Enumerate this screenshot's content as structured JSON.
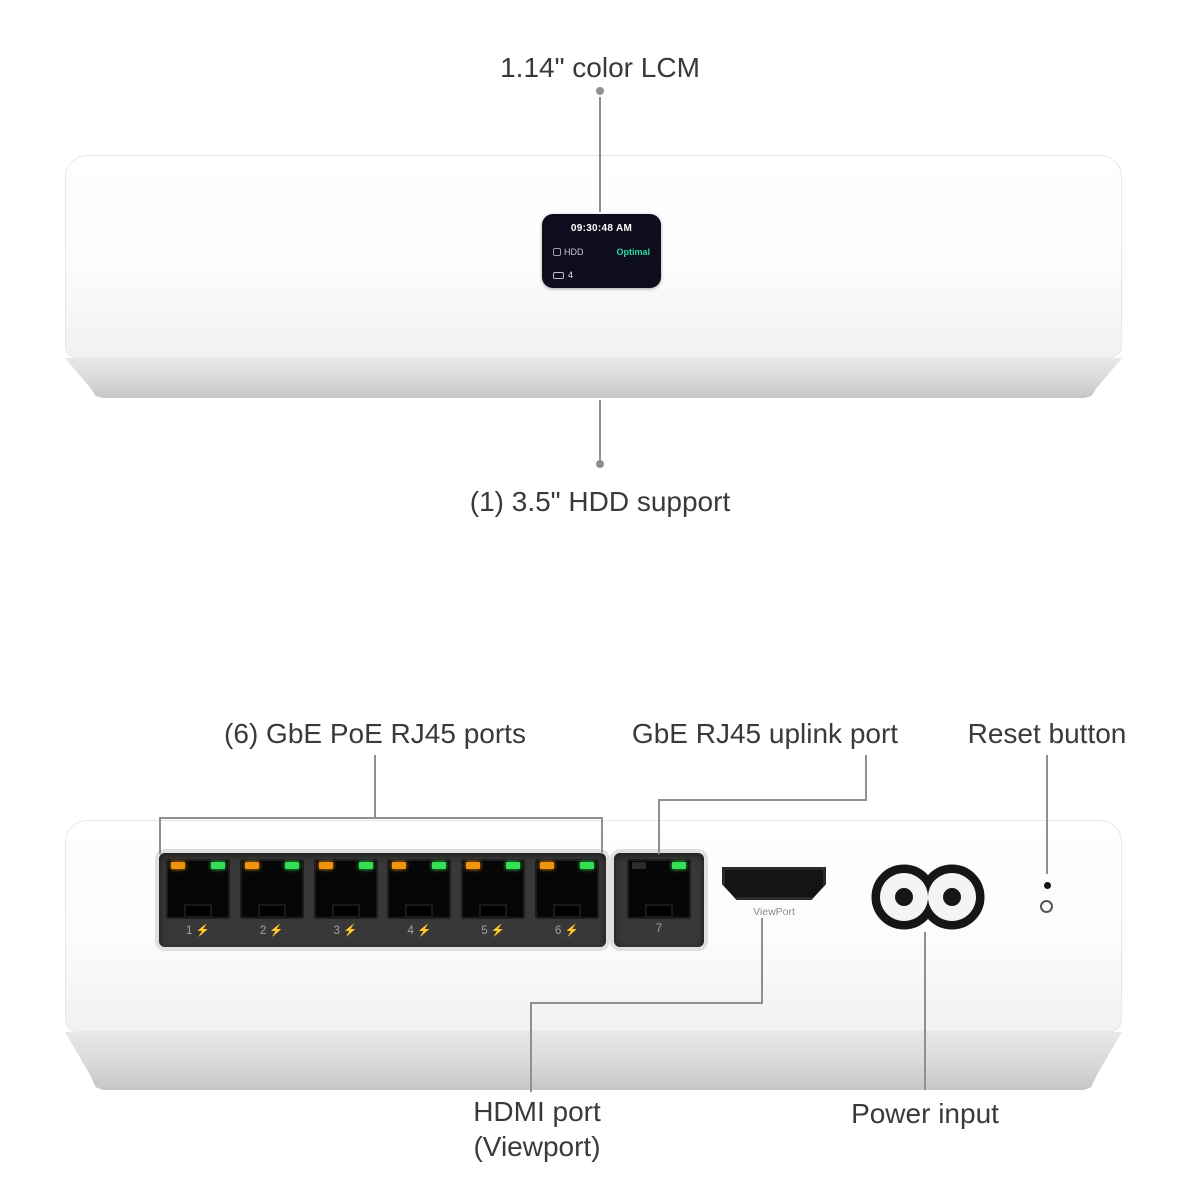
{
  "front_view": {
    "lcm_label": "1.14\" color LCM",
    "hdd_label": "(1) 3.5\" HDD support",
    "lcd": {
      "time": "09:30:48 AM",
      "hdd_name": "HDD",
      "hdd_status": "Optimal",
      "camera_count": "4"
    }
  },
  "rear_view": {
    "poe_label": "(6) GbE PoE RJ45 ports",
    "uplink_label": "GbE RJ45 uplink port",
    "reset_label": "Reset button",
    "hdmi_label_line1": "HDMI port",
    "hdmi_label_line2": "(Viewport)",
    "power_label": "Power input",
    "hdmi_port_text": "ViewPort",
    "poe_port_numbers": [
      "1 ⚡",
      "2 ⚡",
      "3 ⚡",
      "4 ⚡",
      "5 ⚡",
      "6 ⚡"
    ],
    "uplink_port_number": "7"
  },
  "colors": {
    "label_text": "#3a3a3a",
    "callout_line": "#8f8f8f",
    "status_green": "#2fd9a0",
    "led_orange": "#f0930f",
    "led_green": "#35df55",
    "lcd_background": "#0d0d1d"
  }
}
